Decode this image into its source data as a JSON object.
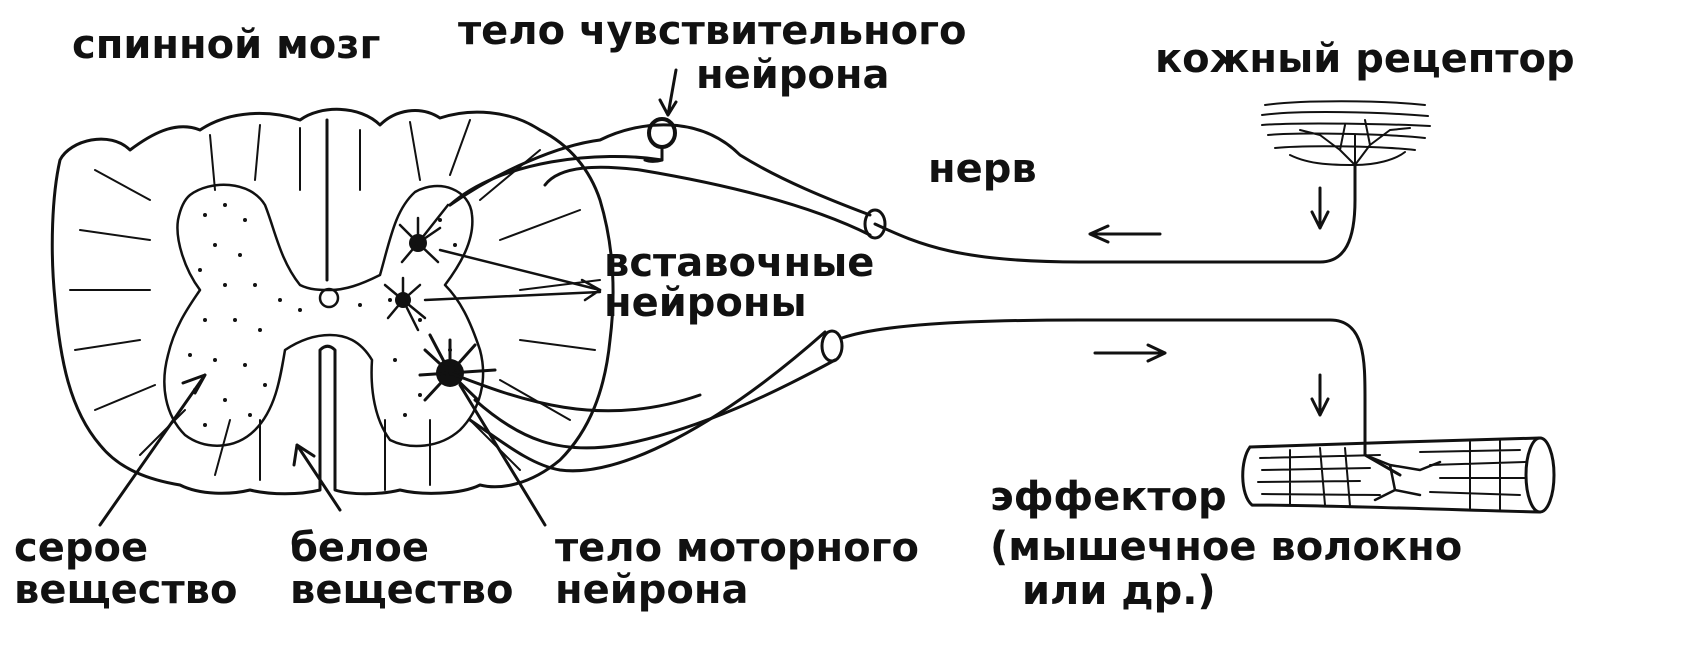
{
  "labels": {
    "spinal_cord": "спинной мозг",
    "sensory_body_1": "тело чувствительного",
    "sensory_body_2": "нейрона",
    "skin_receptor": "кожный рецептор",
    "nerve": "нерв",
    "interneurons_1": "вставочные",
    "interneurons_2": "нейроны",
    "gray_matter_1": "серое",
    "gray_matter_2": "вещество",
    "white_matter_1": "белое",
    "white_matter_2": "вещество",
    "motor_body_1": "тело моторного",
    "motor_body_2": "нейрона",
    "effector_1": "эффектор",
    "effector_2": "(мышечное волокно",
    "effector_3": "или др.)"
  },
  "colors": {
    "ink": "#111111",
    "background": "#ffffff"
  }
}
